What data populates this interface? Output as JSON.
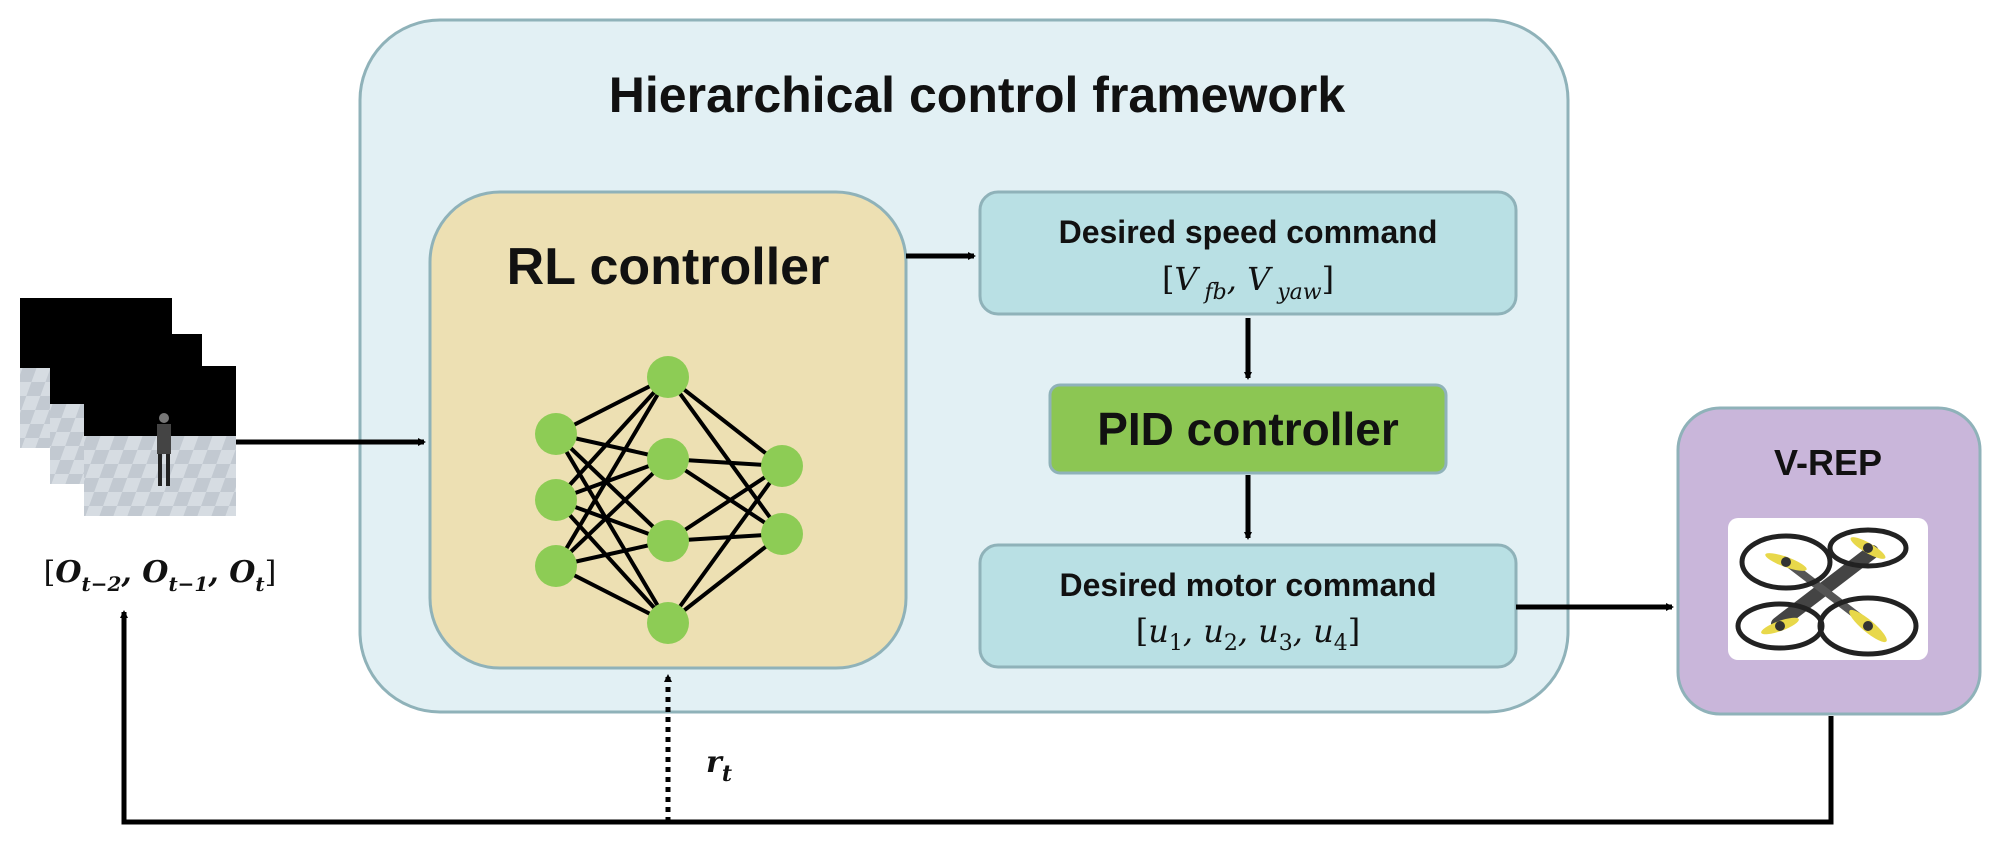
{
  "framework": {
    "title": "Hierarchical control framework"
  },
  "rl_controller": {
    "title": "RL controller"
  },
  "speed_command": {
    "title": "Desired speed command",
    "formula": "[V_fb, V_yaw]"
  },
  "pid_controller": {
    "title": "PID controller"
  },
  "motor_command": {
    "title": "Desired motor command",
    "formula": "[u1, u2, u3, u4]"
  },
  "simulator": {
    "title": "V-REP",
    "image": "quadcopter-drone-image"
  },
  "observations": {
    "label": "[O_t-2, O_t-1, O_t]",
    "image": "stacked-observation-frames"
  },
  "reward": {
    "label": "r_t"
  },
  "colors": {
    "framework_bg": "#e2f0f4",
    "framework_border": "#8fb2b9",
    "rl_bg": "#ede0b3",
    "command_bg": "#b9e0e4",
    "pid_bg": "#8cc653",
    "vrep_bg": "#c9b6da",
    "node_green": "#8dcc55"
  },
  "network": {
    "layers": [
      3,
      4,
      2
    ]
  }
}
